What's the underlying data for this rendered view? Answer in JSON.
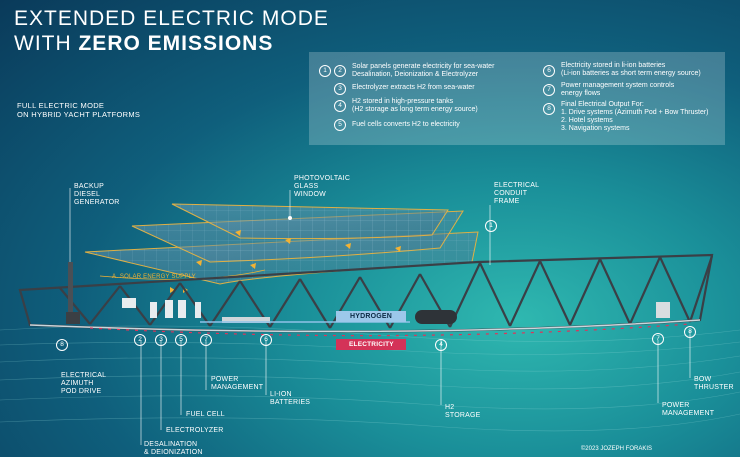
{
  "title_line1": "EXTENDED ELECTRIC MODE",
  "title_line2_prefix": "WITH ",
  "title_line2_bold": "ZERO EMISSIONS",
  "subtitle_line1": "FULL ELECTRIC MODE",
  "subtitle_line2": "ON HYBRID YACHT PLATFORMS",
  "legend_left": [
    {
      "nums": [
        "1",
        "2"
      ],
      "lines": [
        "Solar panels generate electricity for sea-water",
        "Desalination, Deionization & Electrolyzer"
      ]
    },
    {
      "nums": [
        "3"
      ],
      "lines": [
        "Electrolyzer extracts H2 from sea-water"
      ]
    },
    {
      "nums": [
        "4"
      ],
      "lines": [
        "H2 stored in high-pressure tanks",
        "(H2 storage as long term energy source)"
      ]
    },
    {
      "nums": [
        "5"
      ],
      "lines": [
        "Fuel cells converts H2 to electricity"
      ]
    }
  ],
  "legend_right": [
    {
      "nums": [
        "6"
      ],
      "lines": [
        "Electricity stored in li-ion batteries",
        "(Li-ion batteries as short term energy source)"
      ]
    },
    {
      "nums": [
        "7"
      ],
      "lines": [
        "Power management system controls",
        "energy flows"
      ]
    },
    {
      "nums": [
        "8"
      ],
      "lines": [
        "Final Electrical Output For:",
        "1. Drive systems (Azimuth Pod + Bow Thruster)",
        "2. Hotel systems",
        "3. Navigation systems"
      ]
    }
  ],
  "callouts": {
    "backup": [
      "BACKUP",
      "DIESEL",
      "GENERATOR"
    ],
    "pv": [
      "PHOTOVOLTAIC",
      "GLASS",
      "WINDOW"
    ],
    "conduit": [
      "ELECTRICAL",
      "CONDUIT",
      "FRAME"
    ],
    "solar_supply": "A. SOLAR ENERGY SUPPLY",
    "hydrogen": "HYDROGEN",
    "electricity": "ELECTRICITY",
    "azimuth": [
      "ELECTRICAL",
      "AZIMUTH",
      "POD DRIVE"
    ],
    "power_mgmt": [
      "POWER",
      "MANAGEMENT"
    ],
    "fuel_cell": "FUEL CELL",
    "electrolyzer": "ELECTROLYZER",
    "desal": [
      "DESALINATION",
      "& DEIONIZATION"
    ],
    "liion": [
      "LI-ION",
      "BATTERIES"
    ],
    "h2": [
      "H2",
      "STORAGE"
    ],
    "power_mgmt2": [
      "POWER",
      "MANAGEMENT"
    ],
    "bow": [
      "BOW",
      "THRUSTER"
    ]
  },
  "nums": {
    "n1": "1",
    "n2": "2",
    "n3": "3",
    "n4": "4",
    "n5": "5",
    "n6": "6",
    "n7": "7",
    "n8": "8",
    "n7b": "7",
    "n8b": "8"
  },
  "copyright": "©2023 JOZEPH FORAKIS",
  "colors": {
    "accent": "#f2b233",
    "electricity": "#e0335a",
    "hydrogen": "#8fc2e8",
    "frame": "#3a3f46"
  }
}
